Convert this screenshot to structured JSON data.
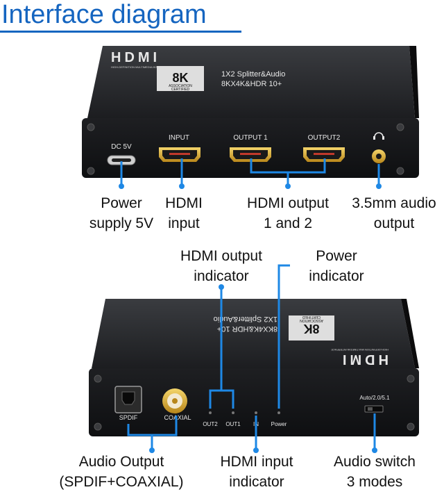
{
  "title": "Interface diagram",
  "top_device": {
    "brand": "HDMI",
    "brand_sub": "HIGH-DEFINITION MULTIMEDIA INTERFACE",
    "badge_big": "8K",
    "badge_small_1": "ASSOCIATION",
    "badge_small_2": "CERTIFIED",
    "model_line_1": "1X2 Splitter&Audio",
    "model_line_2": "8KX4K&HDR 10+",
    "port_labels": [
      "DC 5V",
      "INPUT",
      "OUTPUT 1",
      "OUTPUT2"
    ],
    "headphone_icon": "headphone-icon"
  },
  "top_captions": {
    "power": [
      "Power",
      "supply 5V"
    ],
    "hdmi_input": [
      "HDMI",
      "input"
    ],
    "hdmi_output": [
      "HDMI output",
      "1 and 2"
    ],
    "audio": [
      "3.5mm audio",
      "output"
    ]
  },
  "middle_captions": {
    "output_indicator": [
      "HDMI output",
      "indicator"
    ],
    "power_indicator": [
      "Power",
      "indicator"
    ]
  },
  "bottom_device": {
    "brand": "HDMI",
    "brand_sub": "HIGH-DEFINITION MULTIMEDIA INTERFACE",
    "badge_big": "8K",
    "badge_small_1": "ASSOCIATION",
    "badge_small_2": "CERTIFIED",
    "model_line_1": "1X2 Splitter&Audio",
    "model_line_2": "8KX4K&HDR 10+",
    "port_labels": [
      "SPDIF",
      "COAXIAL",
      "OUT2",
      "OUT1",
      "IN",
      "Power",
      "Auto/2.0/5.1"
    ]
  },
  "bottom_captions": {
    "audio_output": [
      "Audio Output",
      "(SPDIF+COAXIAL)"
    ],
    "hdmi_input_indicator": [
      "HDMI input",
      "indicator"
    ],
    "audio_switch": [
      "Audio switch",
      "3 modes"
    ]
  },
  "colors": {
    "title": "#1565c0",
    "callout_line": "#1e88e5",
    "device_body": "#1b1c1f",
    "device_face": "#121315",
    "device_label_text": "#e8e8e8",
    "gold_port": "#d9a521"
  }
}
